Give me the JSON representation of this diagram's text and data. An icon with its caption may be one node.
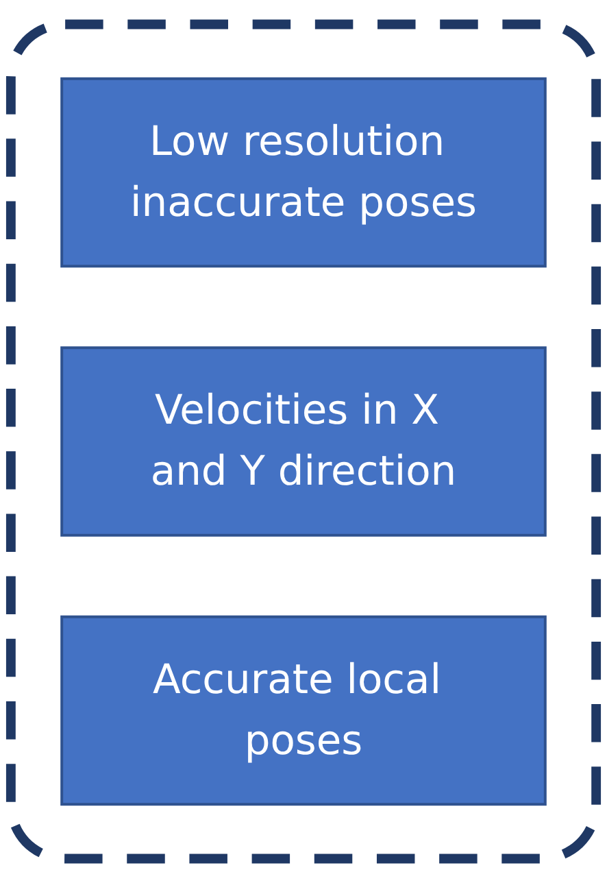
{
  "diagram": {
    "nodes": [
      {
        "text": [],
        "shape": "box"
      },
      {
        "text": [
          "Low resolution inaccurate poses"
        ],
        "in": 0
      },
      {
        "text": [
          "Velocities in X and Y direction"
        ],
        "in": 0
      },
      {
        "text": [
          "Accurate local poses"
        ],
        "in": 0
      }
    ]
  }
}
